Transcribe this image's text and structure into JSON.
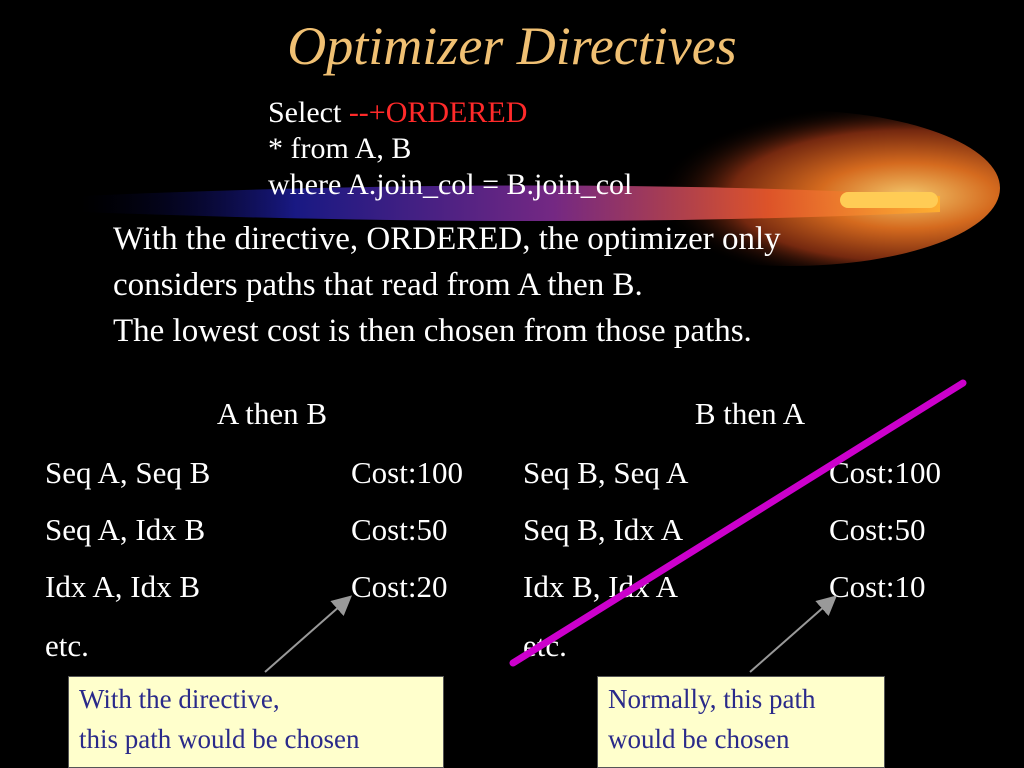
{
  "title": "Optimizer Directives",
  "sql": {
    "line1_prefix": "Select ",
    "line1_directive": "--+ORDERED",
    "line2": "* from A, B",
    "line3": "where A.join_col = B.join_col"
  },
  "description": {
    "line1": "With the directive, ORDERED, the optimizer only",
    "line2": "considers paths that read from A then B.",
    "line3": "The lowest cost is then chosen from those paths."
  },
  "left_table": {
    "heading": "A then B",
    "rows": [
      {
        "path": "Seq A, Seq B",
        "cost": "Cost:100"
      },
      {
        "path": "Seq A, Idx B",
        "cost": "Cost:50"
      },
      {
        "path": "Idx A, Idx B",
        "cost": "Cost:20"
      },
      {
        "path": "etc.",
        "cost": ""
      }
    ]
  },
  "right_table": {
    "heading": "B then A",
    "rows": [
      {
        "path": "Seq B, Seq A",
        "cost": "Cost:100"
      },
      {
        "path": "Seq B, Idx A",
        "cost": "Cost:50"
      },
      {
        "path": "Idx B, Idx A",
        "cost": "Cost:10"
      },
      {
        "path": "etc.",
        "cost": ""
      }
    ]
  },
  "notes": {
    "left": {
      "line1": "With the directive,",
      "line2": "this path would be chosen"
    },
    "right": {
      "line1": "Normally, this path",
      "line2": "would be chosen"
    }
  },
  "colors": {
    "background": "#000000",
    "title": "#f0c073",
    "directive": "#ff2a2a",
    "strike_line": "#cc00cc",
    "note_bg": "#ffffcc",
    "note_text": "#2a2a8a"
  }
}
